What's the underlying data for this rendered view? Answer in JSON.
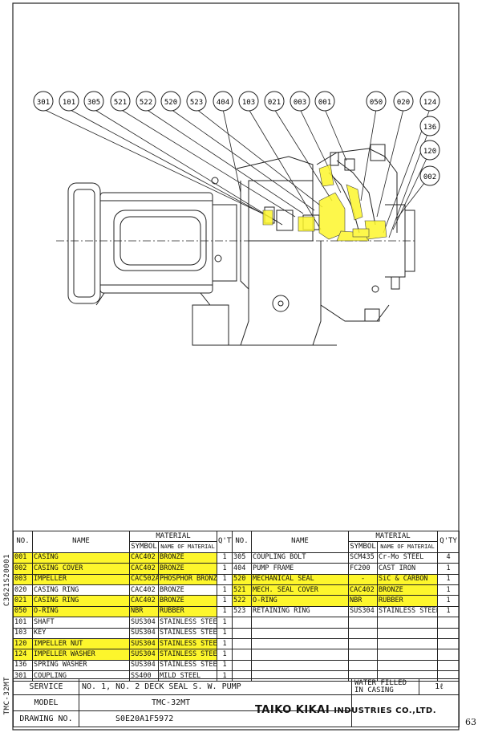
{
  "callouts": [
    "301",
    "101",
    "305",
    "521",
    "522",
    "520",
    "523",
    "404",
    "103",
    "021",
    "003",
    "001",
    "050",
    "020",
    "124",
    "136",
    "120",
    "002"
  ],
  "table": {
    "headers": {
      "no": "NO.",
      "name": "NAME",
      "material": "MATERIAL",
      "symbol": "SYMBOL",
      "name_of_material": "NAME OF MATERIAL",
      "qty": "Q'TY"
    },
    "left_rows": [
      {
        "no": "001",
        "name": "CASING",
        "symbol": "CAC402",
        "material": "BRONZE",
        "qty": "1",
        "highlight": true
      },
      {
        "no": "002",
        "name": "CASING COVER",
        "symbol": "CAC402",
        "material": "BRONZE",
        "qty": "1",
        "highlight": true
      },
      {
        "no": "003",
        "name": "IMPELLER",
        "symbol": "CAC502A",
        "material": "PHOSPHOR BRONZE",
        "qty": "1",
        "highlight": true
      },
      {
        "no": "020",
        "name": "CASING RING",
        "symbol": "CAC402",
        "material": "BRONZE",
        "qty": "1",
        "highlight": false
      },
      {
        "no": "021",
        "name": "CASING RING",
        "symbol": "CAC402",
        "material": "BRONZE",
        "qty": "1",
        "highlight": true
      },
      {
        "no": "050",
        "name": "O-RING",
        "symbol": "NBR",
        "material": "RUBBER",
        "qty": "1",
        "highlight": true
      },
      {
        "no": "101",
        "name": "SHAFT",
        "symbol": "SUS304",
        "material": "STAINLESS STEEL",
        "qty": "1",
        "highlight": false
      },
      {
        "no": "103",
        "name": "KEY",
        "symbol": "SUS304",
        "material": "STAINLESS STEEL",
        "qty": "1",
        "highlight": false
      },
      {
        "no": "120",
        "name": "IMPELLER NUT",
        "symbol": "SUS304",
        "material": "STAINLESS STEEL",
        "qty": "1",
        "highlight": true
      },
      {
        "no": "124",
        "name": "IMPELLER WASHER",
        "symbol": "SUS304",
        "material": "STAINLESS STEEL",
        "qty": "1",
        "highlight": true
      },
      {
        "no": "136",
        "name": "SPRING WASHER",
        "symbol": "SUS304",
        "material": "STAINLESS STEEL",
        "qty": "1",
        "highlight": false
      },
      {
        "no": "301",
        "name": "COUPLING",
        "symbol": "SS400",
        "material": "MILD STEEL",
        "qty": "1",
        "highlight": false
      }
    ],
    "right_rows": [
      {
        "no": "305",
        "name": "COUPLING BOLT",
        "symbol": "SCM435",
        "material": "Cr-Mo STEEL",
        "qty": "4",
        "highlight": false
      },
      {
        "no": "404",
        "name": "PUMP FRAME",
        "symbol": "FC200",
        "material": "CAST IRON",
        "qty": "1",
        "highlight": false
      },
      {
        "no": "520",
        "name": "MECHANICAL SEAL",
        "symbol": "-",
        "material": "SiC & CARBON",
        "qty": "1",
        "highlight": true
      },
      {
        "no": "521",
        "name": "MECH. SEAL COVER",
        "symbol": "CAC402",
        "material": "BRONZE",
        "qty": "1",
        "highlight": true
      },
      {
        "no": "522",
        "name": "O-RING",
        "symbol": "NBR",
        "material": "RUBBER",
        "qty": "1",
        "highlight": true
      },
      {
        "no": "523",
        "name": "RETAINING RING",
        "symbol": "SUS304",
        "material": "STAINLESS STEEL",
        "qty": "1",
        "highlight": false
      }
    ]
  },
  "title_block": {
    "service_label": "SERVICE",
    "service_value": "NO. 1, NO. 2 DECK SEAL S. W. PUMP",
    "water_label": "WATER FILLED IN CASING",
    "water_value": "1ℓ",
    "model_label": "MODEL",
    "model_value": "TMC-32MT",
    "drawing_label": "DRAWING NO.",
    "drawing_value": "S0E20A1F5972",
    "company_main": "TAIKO KIKAI",
    "company_suffix": "INDUSTRIES CO.,LTD."
  },
  "side_labels": {
    "doc_code": "C3621S20001",
    "model_code": "TMC-32MT"
  },
  "page_number": "63",
  "colors": {
    "highlight": "#fdf62c",
    "ink": "#111111"
  }
}
